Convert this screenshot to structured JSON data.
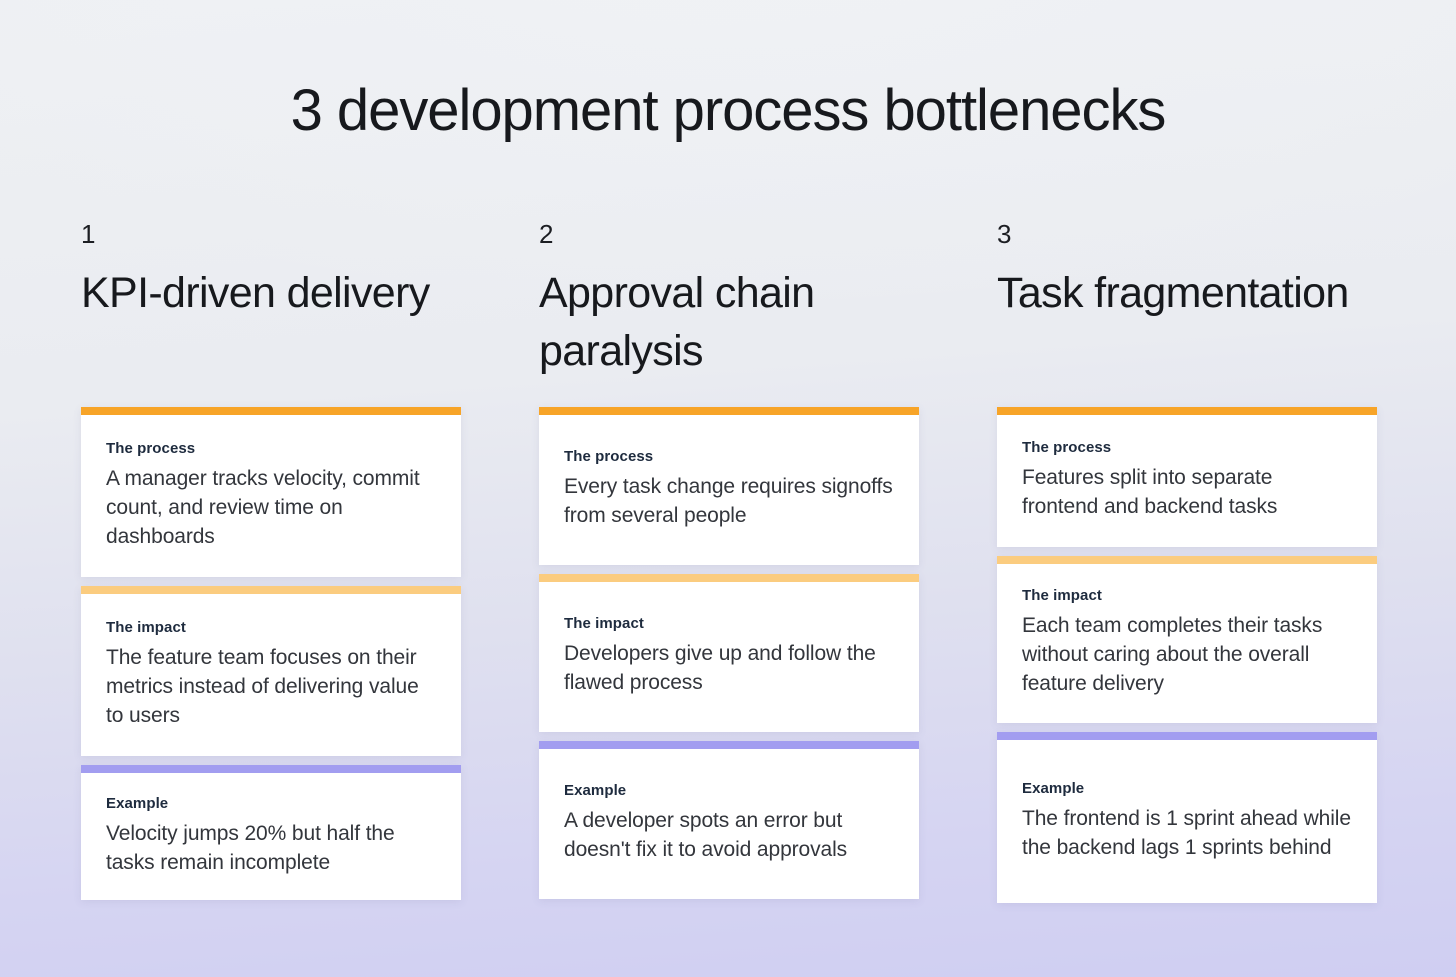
{
  "page": {
    "title": "3 development process bottlenecks"
  },
  "colors": {
    "accent_process": "#F7A428",
    "accent_impact": "#FBCC7F",
    "accent_example": "#A29DF0",
    "background_top": "#EEF0F3",
    "background_bottom": "#CFCEF2",
    "card_background": "#FFFFFF",
    "label_color": "#1E2B3E",
    "text_color": "#33363C"
  },
  "columns": [
    {
      "number": "1",
      "heading": "KPI-driven delivery",
      "cards": [
        {
          "label": "The process",
          "text": "A manager tracks velocity, commit count, and review time on dashboards",
          "accent": "process"
        },
        {
          "label": "The impact",
          "text": "The feature team focuses on their metrics instead of delivering value to users",
          "accent": "impact"
        },
        {
          "label": "Example",
          "text": "Velocity jumps 20% but half the tasks remain incomplete",
          "accent": "example"
        }
      ]
    },
    {
      "number": "2",
      "heading": "Approval chain paralysis",
      "cards": [
        {
          "label": "The process",
          "text": "Every task change requires signoffs from several people",
          "accent": "process"
        },
        {
          "label": "The impact",
          "text": "Developers give up and follow the flawed process",
          "accent": "impact"
        },
        {
          "label": "Example",
          "text": "A developer spots an error but doesn't fix it to avoid approvals",
          "accent": "example"
        }
      ]
    },
    {
      "number": "3",
      "heading": "Task fragmentation",
      "cards": [
        {
          "label": "The process",
          "text": "Features split into separate frontend and backend tasks",
          "accent": "process"
        },
        {
          "label": "The impact",
          "text": "Each team completes their tasks without caring about the overall feature delivery",
          "accent": "impact"
        },
        {
          "label": "Example",
          "text": "The frontend is 1 sprint ahead while the backend lags 1 sprints behind",
          "accent": "example"
        }
      ]
    }
  ]
}
